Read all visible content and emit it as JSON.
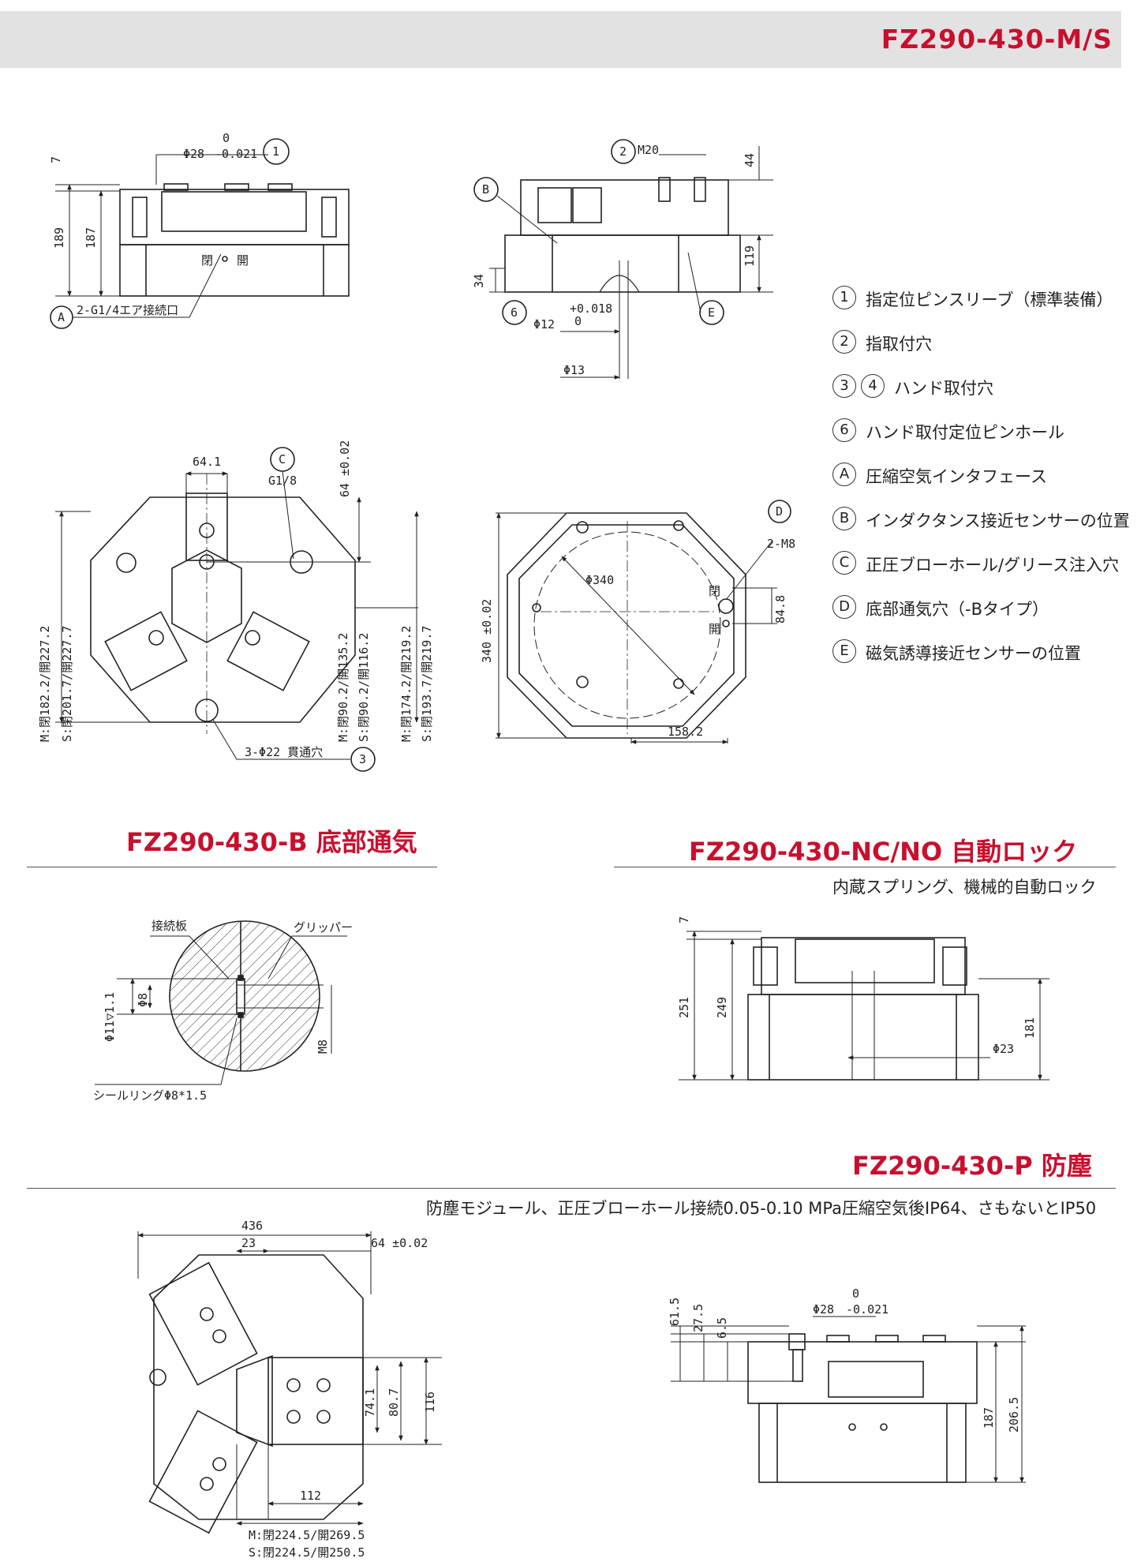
{
  "header": {
    "title": "FZ290-430-M/S"
  },
  "legend": [
    {
      "num": "1",
      "label": "指定位ピンスリーブ（標準装備）"
    },
    {
      "num": "2",
      "label": "指取付穴"
    },
    {
      "num": "3",
      "num2": "4",
      "label": "ハンド取付穴"
    },
    {
      "num": "6",
      "label": "ハンド取付定位ピンホール"
    },
    {
      "num": "A",
      "label": "圧縮空気インタフェース"
    },
    {
      "num": "B",
      "label": "インダクタンス接近センサーの位置"
    },
    {
      "num": "C",
      "label": "正圧ブローホール/グリース注入穴"
    },
    {
      "num": "D",
      "label": "底部通気穴（-Bタイプ）"
    },
    {
      "num": "E",
      "label": "磁気誘導接近センサーの位置"
    }
  ],
  "sections": {
    "b": {
      "title": "FZ290-430-B 底部通気"
    },
    "nc": {
      "title": "FZ290-430-NC/NO 自動ロック",
      "desc": "内蔵スプリング、機械的自動ロック"
    },
    "p": {
      "title": "FZ290-430-P 防塵",
      "desc": "防塵モジュール、正圧ブローホール接続0.05-0.10 MPa圧縮空気後IP64、さもないとIP50"
    }
  },
  "dims": {
    "front": {
      "d28": "Φ28",
      "tol_up": "0",
      "tol_dn": "-0.021",
      "h7": "7",
      "h189": "189",
      "h187": "187",
      "close": "閉",
      "open": "開",
      "note_a": "2-G1/4エア接続口",
      "callout_1": "1",
      "callout_a": "A"
    },
    "side": {
      "m20": "M20",
      "h44": "44",
      "h119": "119",
      "h34": "34",
      "d12": "Φ12",
      "d12_up": "+0.018",
      "d12_dn": "0",
      "d13": "Φ13",
      "callout_2": "2",
      "callout_b": "B",
      "callout_6": "6",
      "callout_e": "E"
    },
    "top": {
      "w64_1": "64.1",
      "g18": "G1/8",
      "h64": "64 ±0.02",
      "callout_c": "C",
      "m1": "M:閉182.2/開227.2",
      "s1": "S:閉201.7/開227.7",
      "m2": "M:閉90.2/開135.2",
      "s2": "S:閉90.2/開116.2",
      "m3": "M:閉174.2/開219.2",
      "s3": "S:閉193.7/開219.7",
      "holes": "3-Φ22 貫通穴",
      "callout_3": "3"
    },
    "bottom": {
      "d340": "Φ340",
      "h340": "340 ±0.02",
      "m8": "2-M8",
      "h84_8": "84.8",
      "w158_2": "158.2",
      "close": "閉",
      "open": "開",
      "callout_d": "D"
    },
    "detail": {
      "plate": "接続板",
      "gripper": "グリッパー",
      "d11": "Φ11▽1.1",
      "d8": "Φ8",
      "m8": "M8",
      "seal": "シールリングΦ8*1.5"
    },
    "nc": {
      "h7": "7",
      "h251": "251",
      "h249": "249",
      "h181": "181",
      "d23": "Φ23"
    },
    "p_top": {
      "w436": "436",
      "w23": "23",
      "w64": "64 ±0.02",
      "h74_1": "74.1",
      "h80_7": "80.7",
      "h116": "116",
      "w112": "112",
      "m": "M:閉224.5/開269.5",
      "s": "S:閉224.5/開250.5"
    },
    "p_front": {
      "h61_5": "61.5",
      "h27_5": "27.5",
      "h6_5": "6.5",
      "d28": "Φ28",
      "tol_up": "0",
      "tol_dn": "-0.021",
      "h187": "187",
      "h206_5": "206.5"
    }
  }
}
